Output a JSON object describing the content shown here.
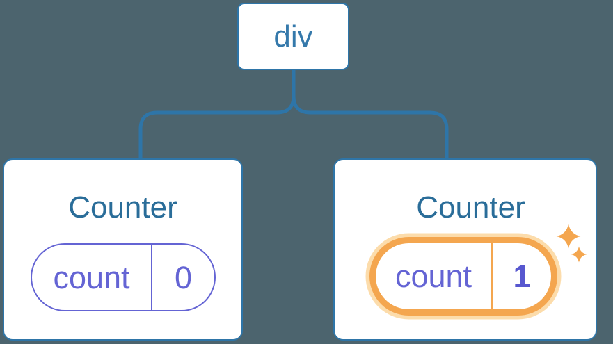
{
  "colors": {
    "bg": "#4c646e",
    "line": "#2e75a8",
    "node_text": "#3579ab",
    "title_text": "#2a6d99",
    "purple": "#6464d4",
    "purple_bold": "#5757cf",
    "orange": "#f4a64f",
    "orange_glow": "#fcdcab",
    "card_bg": "#ffffff"
  },
  "tree": {
    "root": {
      "label": "div"
    },
    "children": [
      {
        "title": "Counter",
        "state": {
          "key": "count",
          "value": "0"
        },
        "highlighted": false
      },
      {
        "title": "Counter",
        "state": {
          "key": "count",
          "value": "1"
        },
        "highlighted": true
      }
    ]
  },
  "icons": {
    "sparkle": "four-point-sparkle-stars"
  }
}
